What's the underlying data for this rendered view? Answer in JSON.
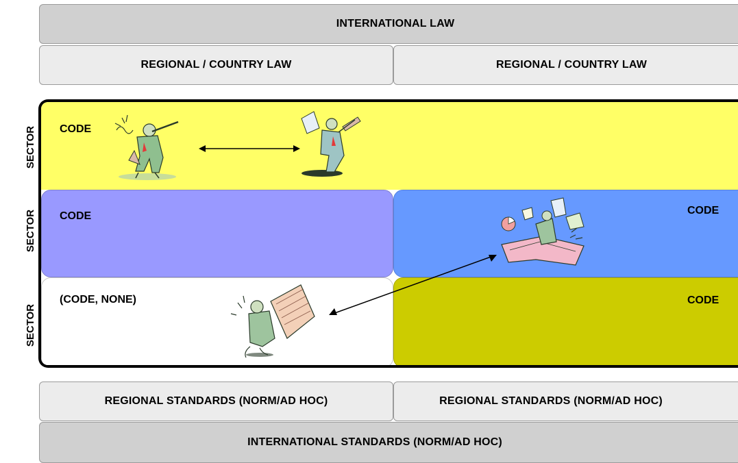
{
  "top": {
    "international_law": "INTERNATIONAL LAW",
    "regional_left": "REGIONAL / COUNTRY LAW",
    "regional_right": "REGIONAL / COUNTRY LAW"
  },
  "sectors": [
    {
      "label": "SECTOR"
    },
    {
      "label": "SECTOR"
    },
    {
      "label": "SECTOR"
    }
  ],
  "codes": {
    "row1": "CODE",
    "row2_left": "CODE",
    "row2_right": "CODE",
    "row3_left": "(CODE, NONE)",
    "row3_right": "CODE"
  },
  "bottom": {
    "regional_left": "REGIONAL STANDARDS (NORM/AD HOC)",
    "regional_right": "REGIONAL STANDARDS (NORM/AD HOC)",
    "international": "INTERNATIONAL STANDARDS (NORM/AD HOC)"
  },
  "colors": {
    "yellow": "#ffff66",
    "lavender": "#9999ff",
    "blue": "#6699ff",
    "olive": "#cccc00",
    "white": "#ffffff"
  }
}
